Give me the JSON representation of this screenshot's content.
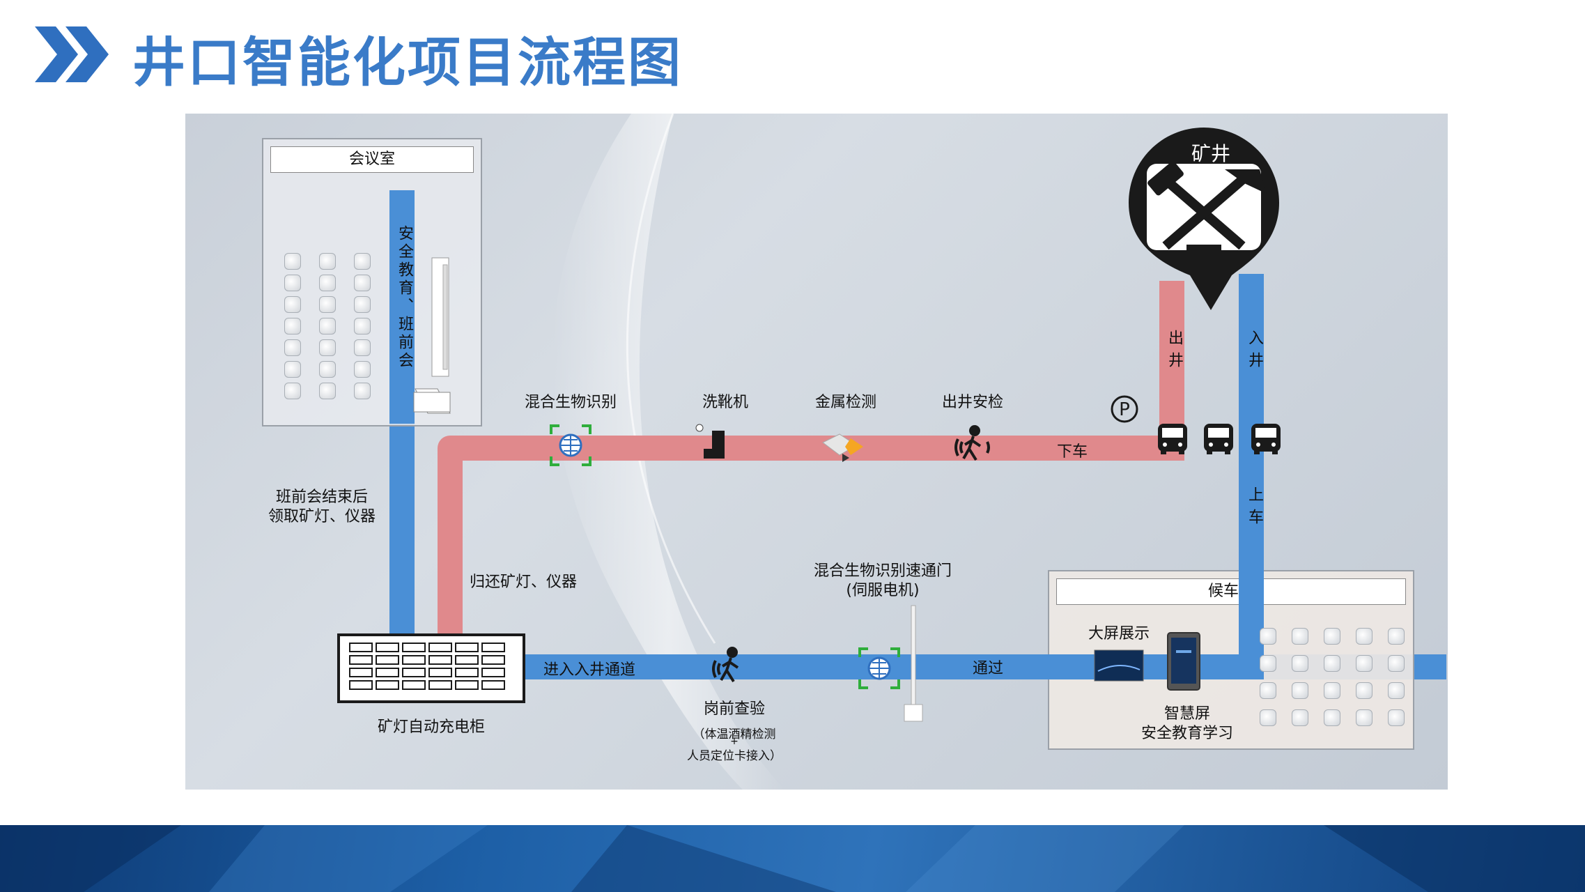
{
  "slide": {
    "title": "井口智能化项目流程图",
    "accent_color": "#3a7bc8"
  },
  "colors": {
    "path_blue": "#4a8fd6",
    "path_red": "#e0898c",
    "scanner_green": "#2fae3c",
    "mine_black": "#1a1a1a"
  },
  "rooms": {
    "meeting": {
      "title": "会议室",
      "vertical_label": "安全教育、班前会"
    },
    "waiting": {
      "title": "候车室"
    }
  },
  "mine": {
    "label": "矿井",
    "icon": "crossed-hammers-icon"
  },
  "labels": {
    "bio_id": "混合生物识别",
    "boot_wash": "洗靴机",
    "metal_detect": "金属检测",
    "exit_check": "出井安检",
    "get_off": "下车",
    "get_on": "上车",
    "exit_well": "出井",
    "enter_well": "入井",
    "after_meeting_1": "班前会结束后",
    "after_meeting_2": "领取矿灯、仪器",
    "return_lamp": "归还矿灯、仪器",
    "gate_1": "混合生物识别速通门",
    "gate_2": "(伺服电机)",
    "enter_channel": "进入入井通道",
    "pass": "通过",
    "post_check": "岗前查验",
    "post_check_sub1": "（体温酒精检测",
    "post_check_plus": "+",
    "post_check_sub2": "人员定位卡接入）",
    "charger": "矿灯自动充电柜",
    "big_screen": "大屏展示",
    "smart_screen_1": "智慧屏",
    "smart_screen_2": "安全教育学习"
  }
}
